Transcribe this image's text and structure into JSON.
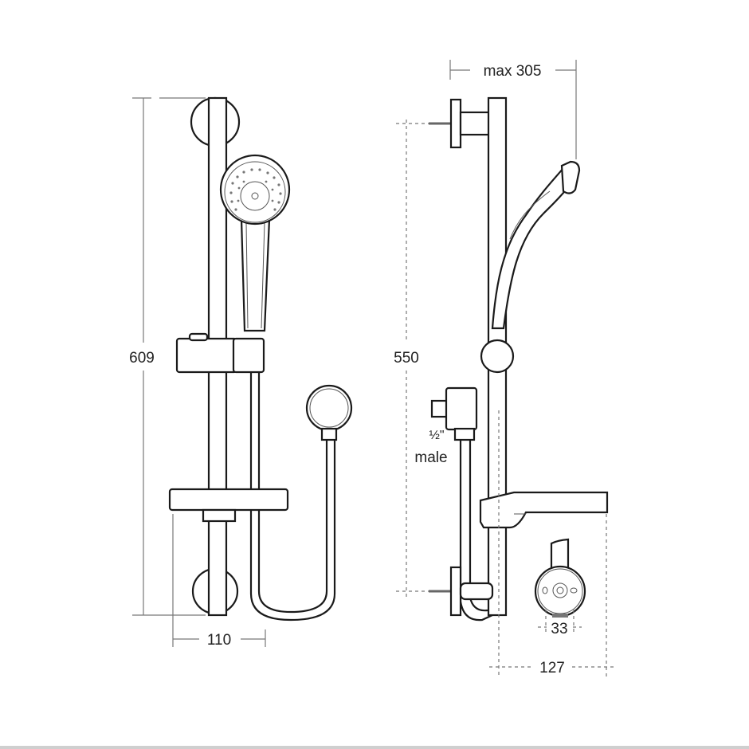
{
  "title": "Shower rail kit dimension drawing",
  "front_view": {
    "height_label": "609",
    "width_label": "110"
  },
  "side_view": {
    "projection_label": "max 305",
    "fixing_centres_label": "550",
    "connection_size_label": "½\"",
    "connection_type_label": "male",
    "bracket_width_label": "33",
    "soap_dish_depth_label": "127"
  }
}
